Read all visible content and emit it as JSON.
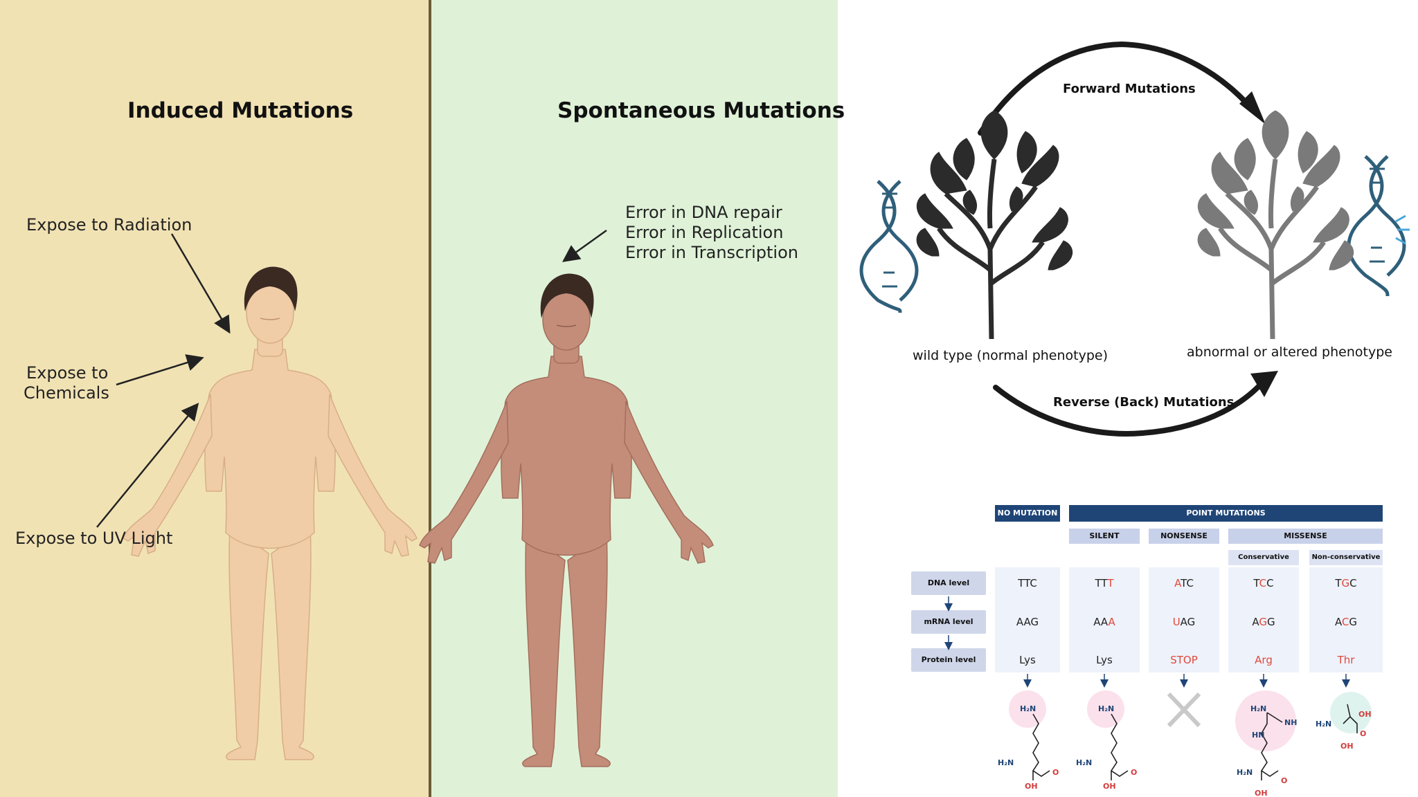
{
  "induced": {
    "title": "Induced Mutations",
    "causes": [
      "Expose to Radiation",
      "Expose to",
      "Chemicals",
      "Expose to UV Light"
    ]
  },
  "spontaneous": {
    "title": "Spontaneous Mutations",
    "causes": [
      "Error in DNA repair",
      "Error in Replication",
      "Error in Transcription"
    ]
  },
  "cycle": {
    "forward": "Forward Mutations",
    "reverse": "Reverse (Back) Mutations",
    "wild_type": "wild type (normal phenotype)",
    "altered": "abnormal or altered phenotype"
  },
  "table": {
    "no_mutation": "NO MUTATION",
    "point_mutations": "POINT MUTATIONS",
    "silent": "SILENT",
    "nonsense": "NONSENSE",
    "missense": "MISSENSE",
    "conservative": "Conservative",
    "non_conservative": "Non-conservative",
    "levels": [
      "DNA level",
      "mRNA level",
      "Protein level"
    ],
    "columns": [
      {
        "dna": [
          "TTC",
          "",
          ""
        ],
        "mrna": [
          "AAG",
          "",
          ""
        ],
        "protein": "Lys",
        "protein_red": false
      },
      {
        "dna": [
          "TT",
          "T",
          ""
        ],
        "mrna": [
          "AA",
          "A",
          ""
        ],
        "protein": "Lys",
        "protein_red": false
      },
      {
        "dna": [
          "",
          "A",
          "TC"
        ],
        "mrna": [
          "",
          "U",
          "AG"
        ],
        "protein": "STOP",
        "protein_red": true
      },
      {
        "dna": [
          "T",
          "C",
          "C"
        ],
        "mrna": [
          "A",
          "G",
          "G"
        ],
        "protein": "Arg",
        "protein_red": true
      },
      {
        "dna": [
          "T",
          "G",
          "C"
        ],
        "mrna": [
          "A",
          "C",
          "G"
        ],
        "protein": "Thr",
        "protein_red": true
      }
    ],
    "chem": {
      "h2n": "H₂N",
      "oh": "OH",
      "o": "O",
      "nh": "NH",
      "hn": "HN"
    }
  },
  "colors": {
    "induced_bg": "#f1e2b4",
    "spontaneous_bg": "#dff2d8",
    "dna_blue": "#2f5f7a",
    "header_navy": "#1f4577",
    "mutation_red": "#e0483b"
  }
}
